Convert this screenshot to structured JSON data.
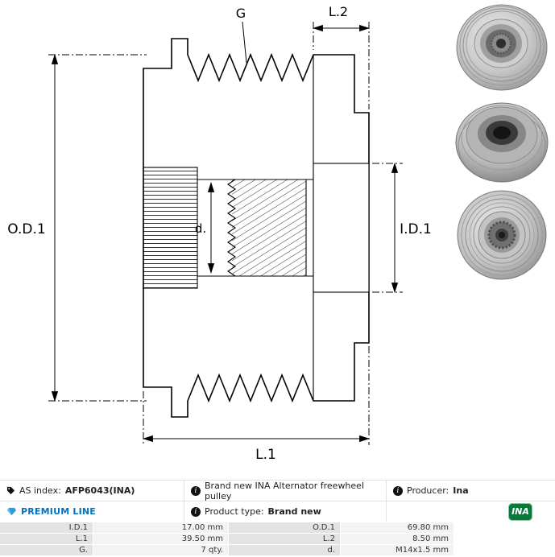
{
  "diagram": {
    "labels": {
      "od1": "O.D.1",
      "g": "G",
      "l2": "L.2",
      "id1": "I.D.1",
      "d": "d.",
      "l1": "L.1"
    }
  },
  "info": {
    "as_index": {
      "label": "AS index:",
      "value": "AFP6043(INA)"
    },
    "description": "Brand new INA Alternator freewheel pulley",
    "producer": {
      "label": "Producer:",
      "value": "Ina"
    },
    "premium_line": "PREMIUM LINE",
    "product_type": {
      "label": "Product type:",
      "value": "Brand new"
    },
    "brand_logo_text": "INA"
  },
  "specs": {
    "rows": [
      {
        "label1": "I.D.1",
        "value1": "17.00 mm",
        "label2": "O.D.1",
        "value2": "69.80 mm"
      },
      {
        "label1": "L.1",
        "value1": "39.50 mm",
        "label2": "L.2",
        "value2": "8.50 mm"
      },
      {
        "label1": "G.",
        "value1": "7 qty.",
        "label2": "d.",
        "value2": "M14x1.5 mm"
      }
    ]
  },
  "colors": {
    "premium_blue": "#0072bc",
    "ina_green": "#077a3b"
  }
}
